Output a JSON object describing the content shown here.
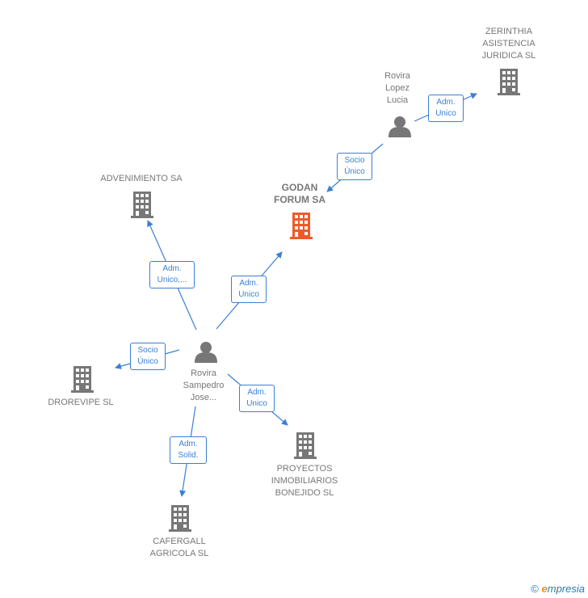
{
  "colors": {
    "edge": "#3a7fd5",
    "company": "#777777",
    "focus": "#f05a28",
    "person": "#777777"
  },
  "nodes": {
    "godan": "GODAN\nFORUM SA",
    "zerinthia": "ZERINTHIA\nASISTENCIA\nJURIDICA  SL",
    "lucia": "Rovira\nLopez\nLucia",
    "advenimiento": "ADVENIMIENTO SA",
    "jose": "Rovira\nSampedro\nJose...",
    "drorevipe": "DROREVIPE SL",
    "proyectos": "PROYECTOS\nINMOBILIARIOS\nBONEJIDO SL",
    "cafergall": "CAFERGALL\nAGRICOLA  SL"
  },
  "edges": {
    "lucia_zerinthia": "Adm.\nUnico",
    "lucia_godan": "Socio\nÚnico",
    "jose_advenimiento": "Adm.\nUnico,...",
    "jose_godan": "Adm.\nUnico",
    "jose_drorevipe": "Socio\nÚnico",
    "jose_proyectos": "Adm.\nUnico",
    "jose_cafergall": "Adm.\nSolid."
  },
  "footer": {
    "copyright": "©",
    "brand_e": "e",
    "brand_rest": "mpresia"
  }
}
